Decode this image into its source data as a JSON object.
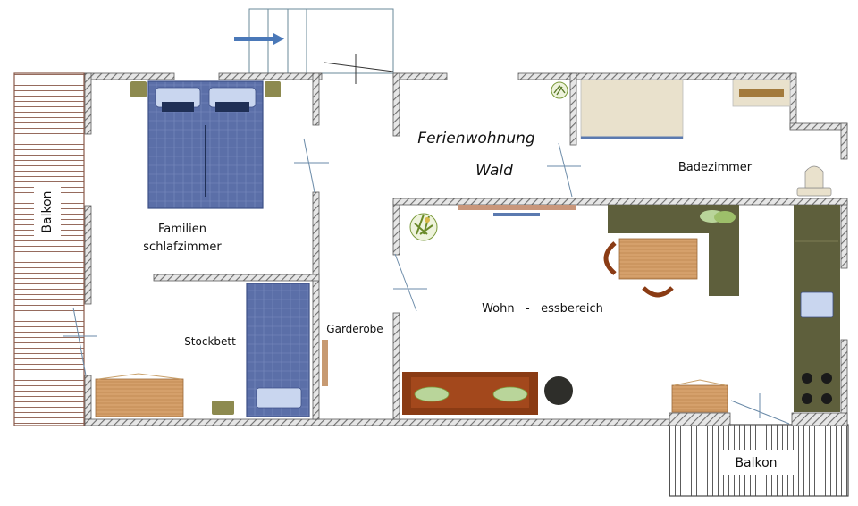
{
  "title_line1": "Ferienwohnung",
  "title_line2": "Wald",
  "rooms": {
    "balkon_left": "Balkon",
    "familien_line1": "Familien",
    "familien_line2": "schlafzimmer",
    "stockbett": "Stockbett",
    "garderobe": "Garderobe",
    "wohn": "Wohn   -   essbereich",
    "badezimmer": "Badezimmer",
    "balkon_bottom": "Balkon"
  },
  "colors": {
    "wall": "#7a7a7a",
    "bed_blue": "#5b6fa8",
    "counter_olive": "#5e5f3c",
    "wood": "#d29a63",
    "sofa": "#8a3b14",
    "cushion": "#b9d59a",
    "bath_cream": "#e9e1cc"
  }
}
